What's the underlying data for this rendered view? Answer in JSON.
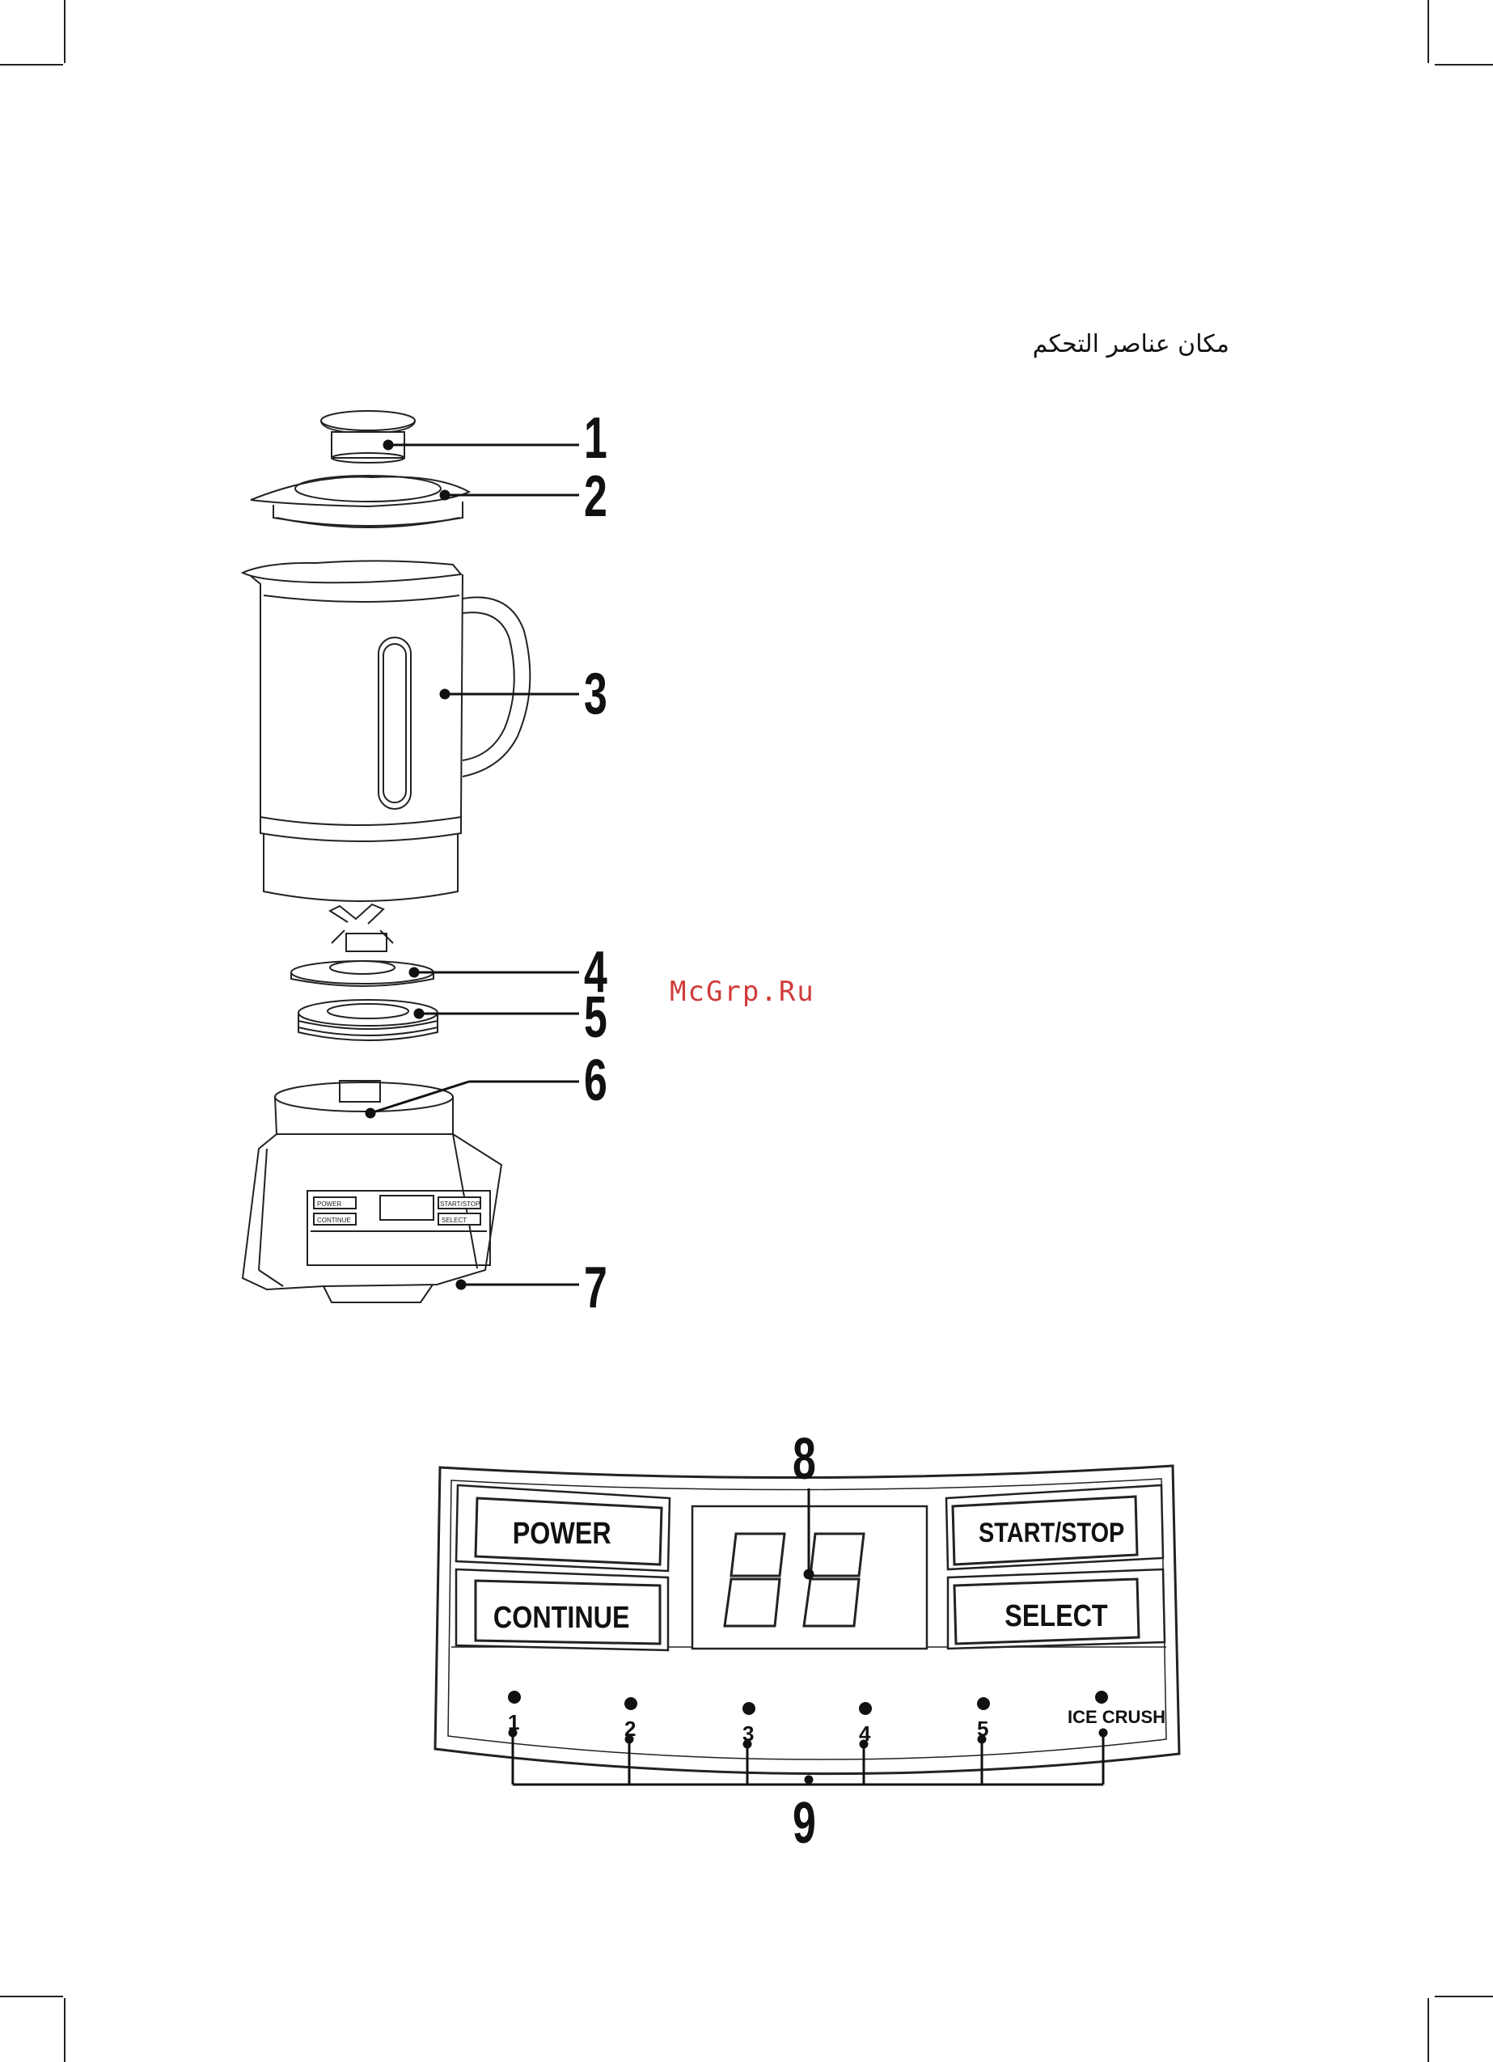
{
  "page": {
    "heading_arabic": "مكان عناصر التحكم",
    "watermark": "McGrp.Ru"
  },
  "callouts": [
    "1",
    "2",
    "3",
    "4",
    "5",
    "6",
    "7",
    "8",
    "9"
  ],
  "appliance_panel_small": {
    "power": "POWER",
    "continue": "CONTINUE",
    "start_stop": "START/STOP",
    "select": "SELECT"
  },
  "control_panel": {
    "power_label": "POWER",
    "continue_label": "CONTINUE",
    "start_stop_label": "START/STOP",
    "select_label": "SELECT",
    "display_value": "00",
    "programs": [
      "1",
      "2",
      "3",
      "4",
      "5",
      "ICE CRUSH"
    ]
  }
}
